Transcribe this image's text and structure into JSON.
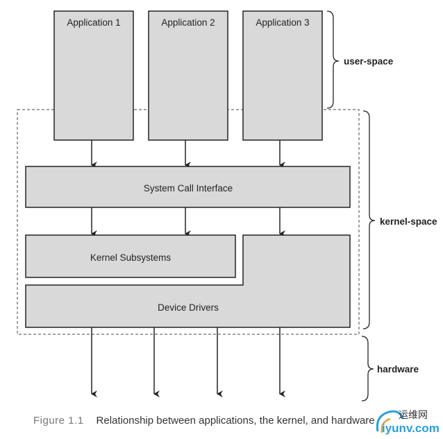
{
  "boxes": {
    "app1": "Application 1",
    "app2": "Application 2",
    "app3": "Application 3",
    "syscall": "System Call Interface",
    "subsystems": "Kernel Subsystems",
    "drivers": "Device Drivers"
  },
  "braces": {
    "user": "user-space",
    "kernel": "kernel-space",
    "hardware": "hardware"
  },
  "caption": {
    "figure": "Figure 1.1",
    "text": "Relationship between applications, the kernel, and hardware"
  },
  "watermark": {
    "line1": "运维网",
    "line2": "iyunv.com"
  },
  "colors": {
    "box_fill": "#d9d9d9",
    "stroke": "#222222",
    "watermark_blue": "#2a9fd8"
  }
}
